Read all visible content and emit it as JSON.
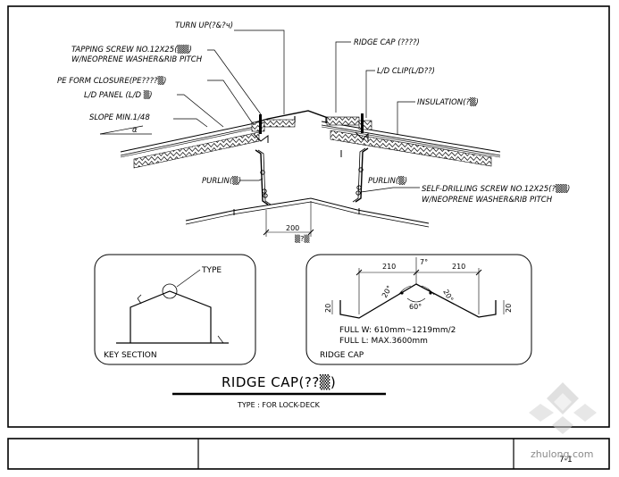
{
  "labels": {
    "turn_up": "TURN UP(?&?ч)",
    "tapping_screw_1": "TAPPING SCREW NO.12X25(▒▒)",
    "tapping_screw_2": "W/NEOPRENE WASHER&RIB PITCH",
    "pe_form": "PE FORM CLOSURE(PE????▒)",
    "ld_panel": "L/D PANEL (L/D ▒)",
    "slope": "SLOPE MIN.1/48",
    "ridge_cap": "RIDGE CAP (????)",
    "ld_clip": "L/D CLIP(L/D??)",
    "insulation": "INSULATION(?▒)",
    "purlin_left": "PURLIN(▒)",
    "purlin_right": "PURLIN(▒)",
    "self_drilling_1": "SELF-DRILLING SCREW NO.12X25(?▒▒)",
    "self_drilling_2": "W/NEOPRENE WASHER&RIB PITCH",
    "dim_200": "200",
    "dim_200_sub": "▒?▒"
  },
  "key_section": {
    "type_label": "TYPE",
    "caption": "KEY SECTION"
  },
  "ridge_cap_detail": {
    "dim_left": "210",
    "dim_right": "210",
    "angle_top": "7°",
    "angle_left": "20°",
    "angle_right": "20°",
    "angle_bottom": "60°",
    "leg_left": "20",
    "leg_right": "20",
    "full_w": "FULL W: 610mm~1219mm/2",
    "full_l": "FULL L: MAX.3600mm",
    "caption": "RIDGE CAP"
  },
  "title": "RIDGE CAP(??▒)",
  "subtitle": "TYPE : FOR LOCK-DECK",
  "title_block": {
    "sheet_no": "7-1",
    "watermark": "zhulong.com"
  }
}
